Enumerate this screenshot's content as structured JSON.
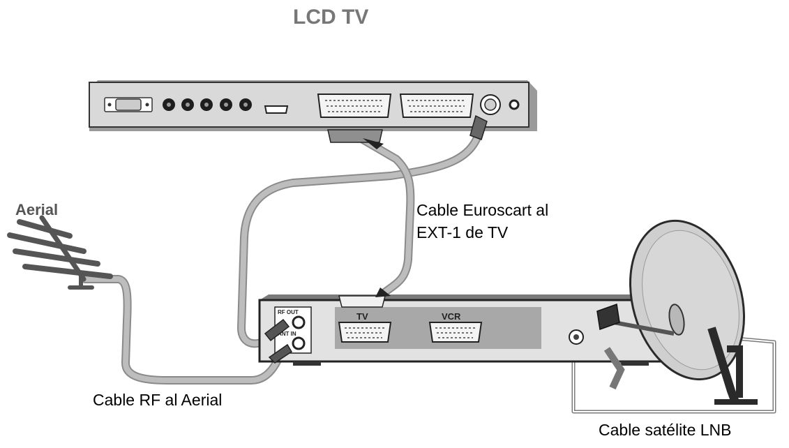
{
  "title": "LCD TV",
  "labels": {
    "aerial": "Aerial",
    "scart_line1": "Cable Euroscart al",
    "scart_line2": "EXT-1 de TV",
    "rf": "Cable RF al Aerial",
    "lnb": "Cable satélite LNB"
  },
  "receiver_ports": {
    "rf_out": "RF OUT",
    "ant_in": "ANT IN",
    "tv": "TV",
    "vcr": "VCR"
  },
  "colors": {
    "cable": "#b0b0b0",
    "device_fill": "#e2e2e2",
    "device_stroke": "#2a2a2a",
    "panel_fill": "#a8a8a8",
    "dish_fill": "#cfcfcf",
    "aerial": "#5a5a5a"
  }
}
